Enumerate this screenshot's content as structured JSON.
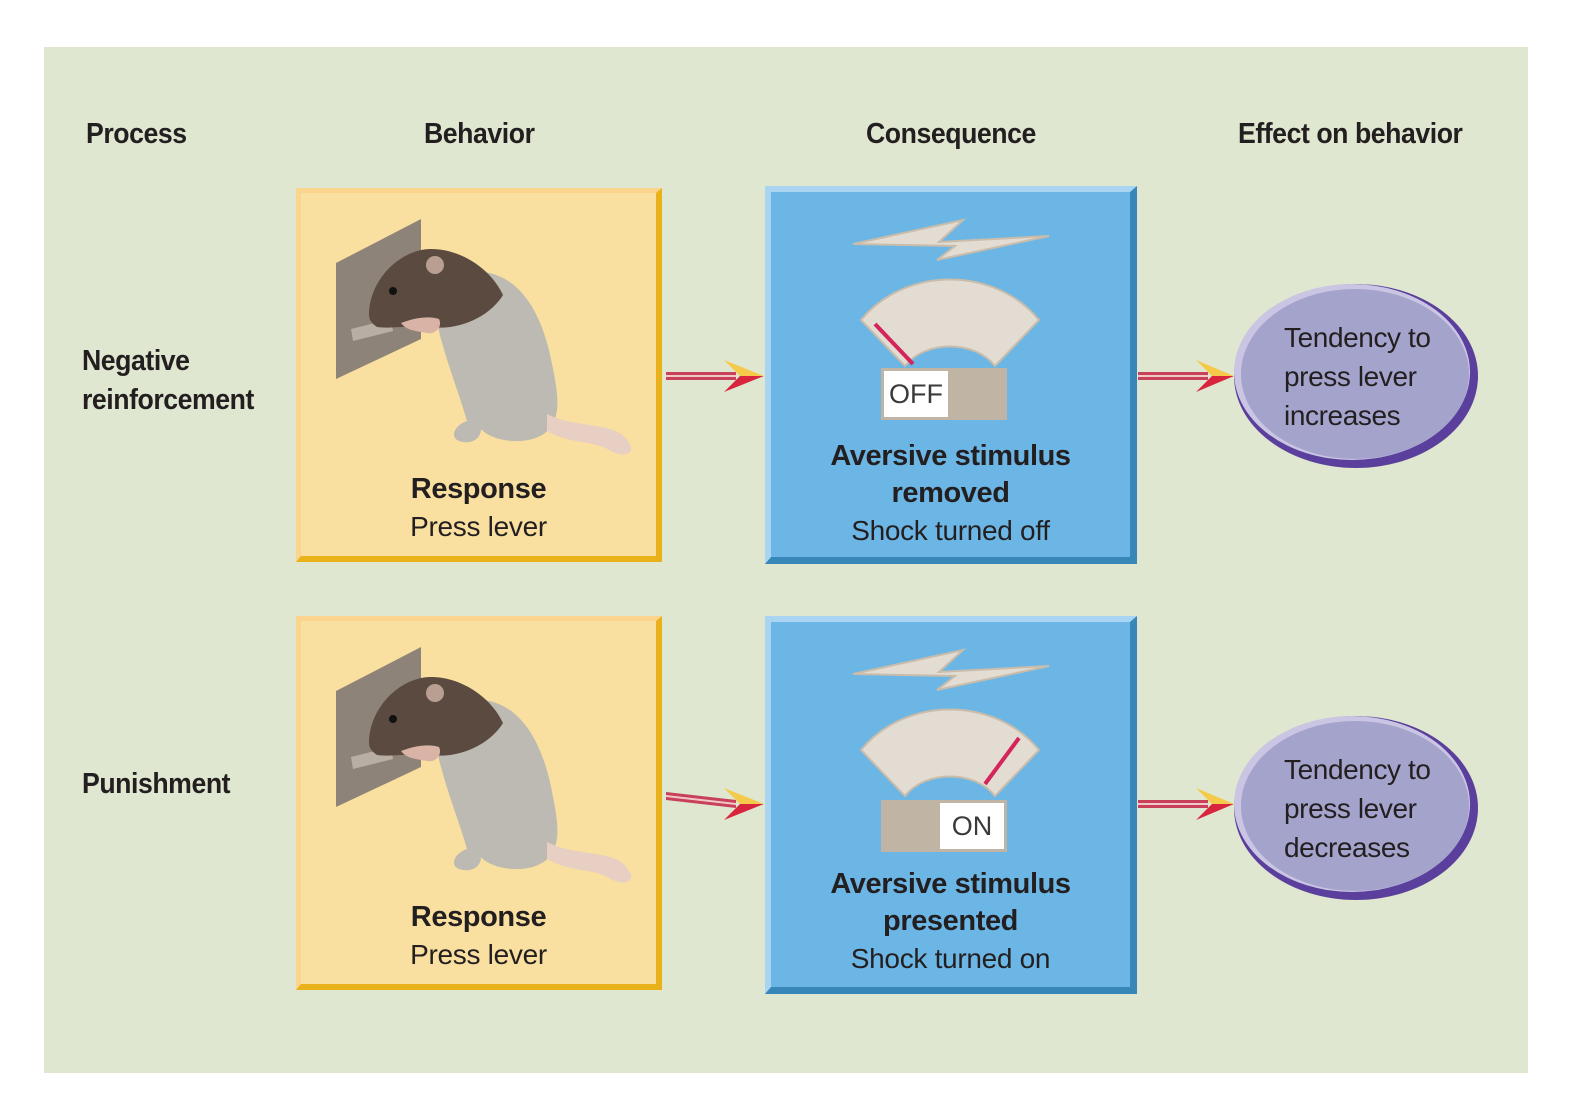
{
  "headers": {
    "process": "Process",
    "behavior": "Behavior",
    "consequence": "Consequence",
    "effect": "Effect on behavior"
  },
  "rows": [
    {
      "process": [
        "Negative",
        "reinforcement"
      ],
      "behavior": {
        "title": "Response",
        "subtitle": "Press lever",
        "icon": "rat-pressing-lever-icon"
      },
      "consequence": {
        "title_lines": [
          "Aversive stimulus",
          "removed"
        ],
        "subtitle": "Shock turned off",
        "switch_label": "OFF",
        "switch_state": "off",
        "meter_level": "low",
        "icons": [
          "lightning-bolt-icon",
          "meter-gauge-icon",
          "toggle-switch-icon"
        ]
      },
      "effect": [
        "Tendency to",
        "press lever",
        "increases"
      ]
    },
    {
      "process": [
        "Punishment"
      ],
      "behavior": {
        "title": "Response",
        "subtitle": "Press lever",
        "icon": "rat-pressing-lever-icon"
      },
      "consequence": {
        "title_lines": [
          "Aversive stimulus",
          "presented"
        ],
        "subtitle": "Shock turned on",
        "switch_label": "ON",
        "switch_state": "on",
        "meter_level": "high",
        "icons": [
          "lightning-bolt-icon",
          "meter-gauge-icon",
          "toggle-switch-icon"
        ]
      },
      "effect": [
        "Tendency to",
        "press lever",
        "decreases"
      ]
    }
  ],
  "colors": {
    "background": "#dfe7d0",
    "behavior_box": "#f9dfa0",
    "behavior_border": "#e9b11a",
    "consequence_box": "#6cb6e6",
    "consequence_border": "#3788b9",
    "effect_oval": "#a3a3cc",
    "effect_oval_rim": "#5b3f9c",
    "arrow_red": "#d8253d",
    "arrow_yellow": "#f5c94a",
    "meter_needle": "#d4245a",
    "meter_face": "#e2dcd3",
    "switch_track": "#c0b5a5"
  }
}
